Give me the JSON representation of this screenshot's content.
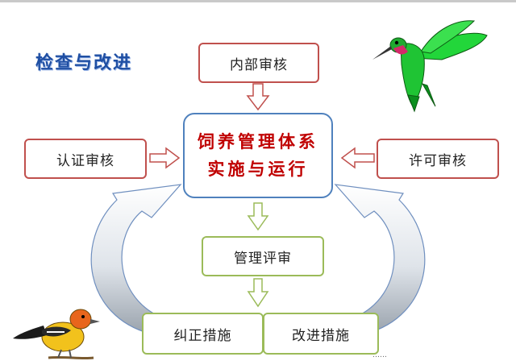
{
  "title": "检查与改进",
  "center": {
    "line1": "饲养管理体系",
    "line2": "实施与运行"
  },
  "nodes": {
    "internal_audit": "内部审核",
    "certification_audit": "认证审核",
    "license_audit": "许可审核",
    "management_review": "管理评审",
    "corrective_action": "纠正措施",
    "improvement_action": "改进措施"
  },
  "footer": "……",
  "colors": {
    "title": "#1f4fa3",
    "red_border": "#c0504d",
    "blue_border": "#4f81bd",
    "green_border": "#9bbb59",
    "center_text": "#c00000"
  },
  "icons": [
    "hummingbird-icon",
    "oriole-bird-icon"
  ]
}
